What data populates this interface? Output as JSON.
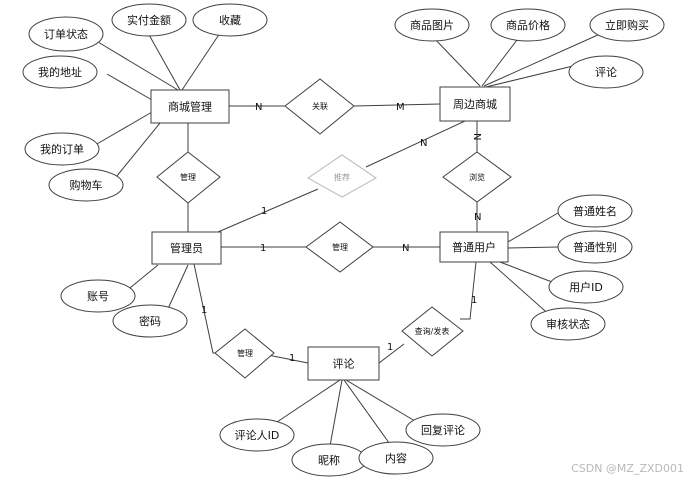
{
  "entities": {
    "mall": "商城管理",
    "nearby": "周边商城",
    "admin": "管理员",
    "user": "普通用户",
    "review": "评论"
  },
  "attributes": {
    "order_status": "订单状态",
    "paid_amount": "实付金额",
    "favorite": "收藏",
    "my_address": "我的地址",
    "my_orders": "我的订单",
    "cart": "购物车",
    "product_image": "商品图片",
    "product_price": "商品价格",
    "buy_now": "立即购买",
    "comment": "评论",
    "user_name": "普通姓名",
    "user_gender": "普通性别",
    "user_id": "用户ID",
    "audit_status": "审核状态",
    "account": "账号",
    "password": "密码",
    "reviewer_id": "评论人ID",
    "nickname": "昵称",
    "content": "内容",
    "reply": "回复评论"
  },
  "relationships": {
    "associate": "关联",
    "manage_mall": "管理",
    "recommend": "推荐",
    "browse": "浏览",
    "manage_user": "管理",
    "manage_review": "管理",
    "browse_post": "查询/发表"
  },
  "cardinalities": {
    "mall_assoc": "N",
    "nearby_assoc": "M",
    "nearby_rec": "N",
    "admin_rec": "1",
    "nearby_browse": "N",
    "user_browse": "N",
    "admin_manage": "1",
    "user_manage": "N",
    "admin_review": "1",
    "review_admin": "1",
    "review_user": "1",
    "user_review": "1"
  },
  "watermark": "CSDN @MZ_ZXD001"
}
